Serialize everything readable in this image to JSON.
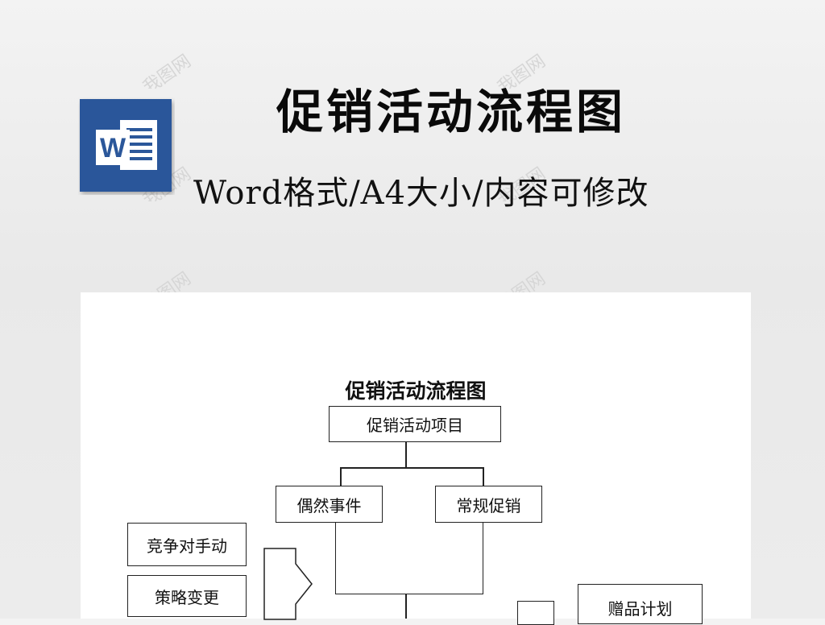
{
  "header": {
    "title": "促销活动流程图",
    "subtitle": "Word格式/A4大小/内容可修改",
    "icon": "word-document-icon",
    "icon_letter": "W",
    "icon_color": "#2b579a"
  },
  "document": {
    "title": "促销活动流程图",
    "boxes": {
      "root": "促销活动项目",
      "occasional": "偶然事件",
      "regular": "常规促销",
      "competitor": "竞争对手动",
      "strategy": "策略变更",
      "gift_plan": "赠品计划"
    }
  },
  "watermark": {
    "text": "我图网",
    "color": "#c8c8c8"
  }
}
